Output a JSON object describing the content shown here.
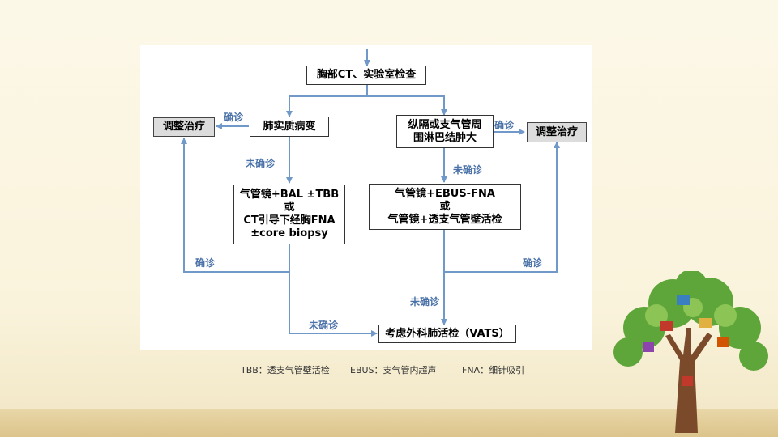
{
  "flowchart": {
    "nodes": {
      "start": "胸部CT、实验室检查",
      "lung": "肺实质病变",
      "mediastinal": [
        "纵隔或支气管周",
        "围淋巴结肿大"
      ],
      "adjust_left": "调整治疗",
      "adjust_right": "调整治疗",
      "left_proc": [
        "气管镜+BAL ±TBB",
        "或",
        "CT引导下经胸FNA",
        "±core biopsy"
      ],
      "right_proc": [
        "气管镜+EBUS-FNA",
        "或",
        "气管镜+透支气管壁活检"
      ],
      "vats": "考虑外科肺活检（VATS）"
    },
    "edge_labels": {
      "confirmed_top_left": "确诊",
      "confirmed_top_right": "确诊",
      "not_confirmed_left": "未确诊",
      "not_confirmed_right": "未确诊",
      "confirmed_bottom_left": "确诊",
      "confirmed_bottom_right": "确诊",
      "not_confirmed_right_lower": "未确诊",
      "not_confirmed_bottom": "未确诊"
    }
  },
  "footnotes": {
    "tbb": "TBB：透支气管壁活检",
    "ebus": "EBUS：支气管内超声",
    "fna": "FNA：细针吸引"
  },
  "colors": {
    "arrow": "#7098c8",
    "label": "#4a72a8"
  }
}
